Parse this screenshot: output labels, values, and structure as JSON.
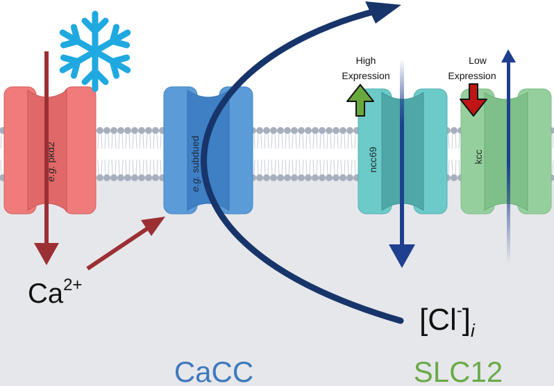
{
  "channels": {
    "pkd2": {
      "eg": "e.g.",
      "name": "pkd2"
    },
    "cacc_channel": {
      "eg": "e.g.",
      "name": "subdued"
    },
    "ncc69": {
      "name": "ncc69"
    },
    "kcc": {
      "name": "kcc"
    }
  },
  "expression": {
    "high_line1": "High",
    "high_line2": "Expression",
    "low_line1": "Low",
    "low_line2": "Expression"
  },
  "ions": {
    "calcium_base": "Ca",
    "calcium_sup": "2+",
    "chloride_open": "[Cl",
    "chloride_sup": "-",
    "chloride_close": "]",
    "chloride_sub": "i"
  },
  "groups": {
    "cacc": "CaCC",
    "slc12": "SLC12"
  },
  "icons": {
    "cold": "snowflake-icon",
    "increase": "up-arrow-icon",
    "decrease": "down-arrow-icon"
  },
  "colors": {
    "membrane_head": "#a7afbf",
    "cytoplasm": "#e6e7eb",
    "pkd2": "#ef7b7b",
    "cacc": "#5b9bd8",
    "ncc69": "#6ccac9",
    "kcc": "#96cf9e",
    "calcium_arrow": "#9b3034",
    "chloride_arrow": "#17356a",
    "snowflake": "#1fa9e0",
    "cacc_text": "#3d79bd",
    "slc12_text": "#6aaa48",
    "high_arrow": "#69a83d",
    "low_arrow": "#c01515"
  }
}
